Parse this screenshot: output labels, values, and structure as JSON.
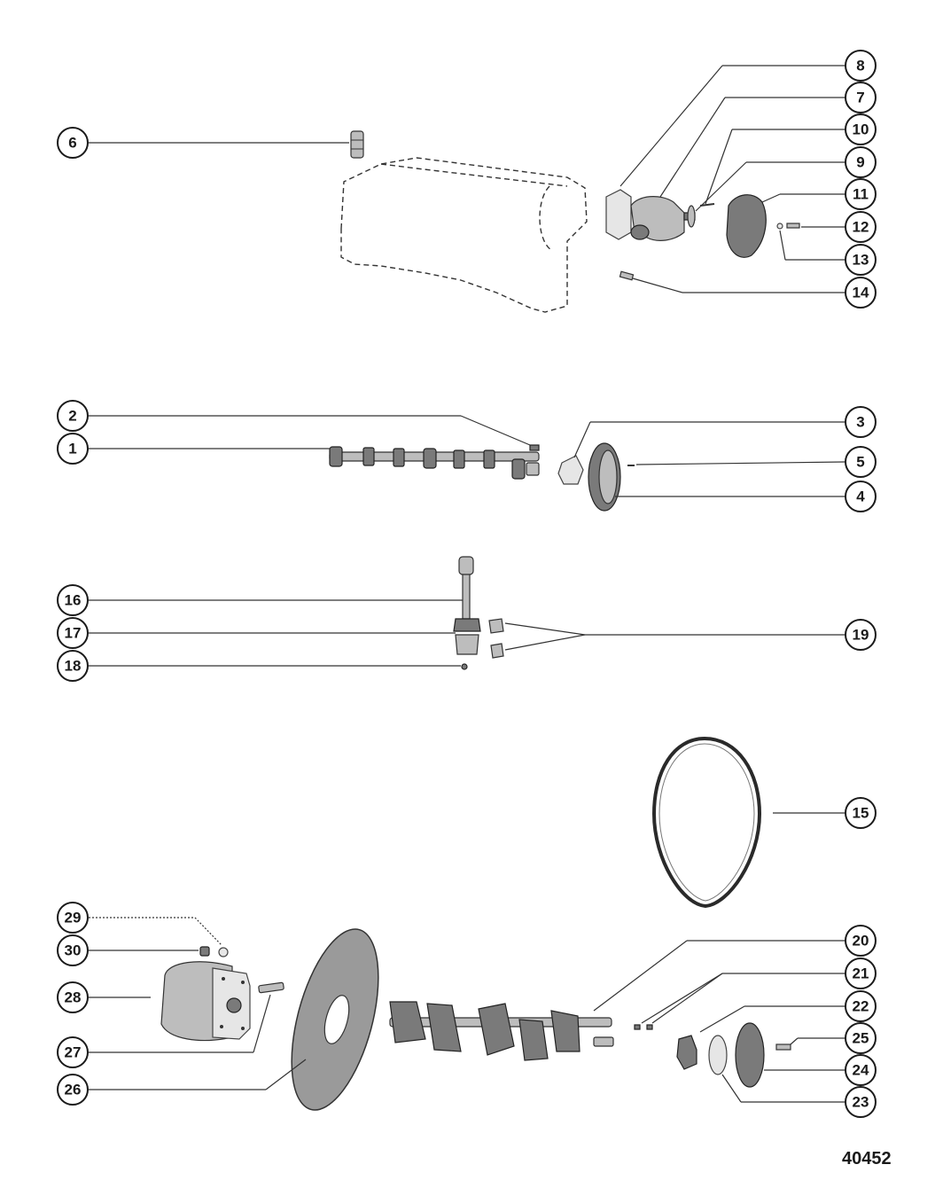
{
  "callouts": [
    {
      "id": "6",
      "label": "6"
    },
    {
      "id": "8",
      "label": "8"
    },
    {
      "id": "7",
      "label": "7"
    },
    {
      "id": "10",
      "label": "10"
    },
    {
      "id": "9",
      "label": "9"
    },
    {
      "id": "11",
      "label": "11"
    },
    {
      "id": "12",
      "label": "12"
    },
    {
      "id": "13",
      "label": "13"
    },
    {
      "id": "14",
      "label": "14"
    },
    {
      "id": "2",
      "label": "2"
    },
    {
      "id": "1",
      "label": "1"
    },
    {
      "id": "3",
      "label": "3"
    },
    {
      "id": "5",
      "label": "5"
    },
    {
      "id": "4",
      "label": "4"
    },
    {
      "id": "16",
      "label": "16"
    },
    {
      "id": "17",
      "label": "17"
    },
    {
      "id": "18",
      "label": "18"
    },
    {
      "id": "19",
      "label": "19"
    },
    {
      "id": "15",
      "label": "15"
    },
    {
      "id": "29",
      "label": "29"
    },
    {
      "id": "30",
      "label": "30"
    },
    {
      "id": "28",
      "label": "28"
    },
    {
      "id": "27",
      "label": "27"
    },
    {
      "id": "26",
      "label": "26"
    },
    {
      "id": "20",
      "label": "20"
    },
    {
      "id": "21",
      "label": "21"
    },
    {
      "id": "22",
      "label": "22"
    },
    {
      "id": "25",
      "label": "25"
    },
    {
      "id": "24",
      "label": "24"
    },
    {
      "id": "23",
      "label": "23"
    }
  ],
  "drawing_number": "40452"
}
